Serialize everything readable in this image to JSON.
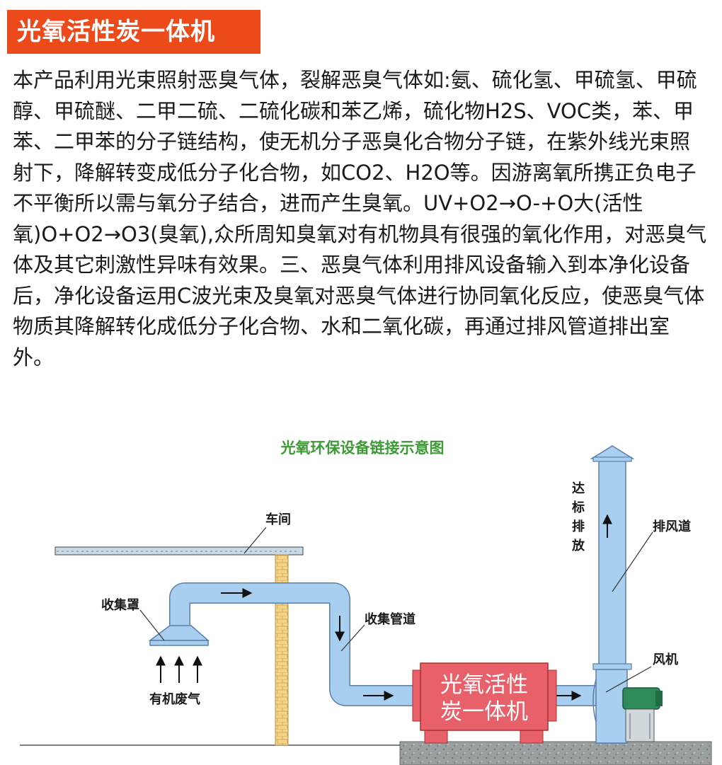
{
  "header": {
    "title": "光氧活性炭一体机"
  },
  "description": "本产品利用光束照射恶臭气体，裂解恶臭气体如:氨、硫化氢、甲硫氢、甲硫醇、甲硫醚、二甲二硫、二硫化碳和苯乙烯，硫化物H2S、VOC类，苯、甲苯、二甲苯的分子链结构，使无机分子恶臭化合物分子链，在紫外线光束照射下，降解转变成低分子化合物，如CO2、H2O等。因游离氧所携正负电子不平衡所以需与氧分子结合，进而产生臭氧。UV+O2→O-+O大(活性氧)O+O2→O3(臭氧),众所周知臭氧对有机物具有很强的氧化作用，对恶臭气体及其它刺激性异味有效果。三、恶臭气体利用排风设备输入到本净化设备后，净化设备运用C波光束及臭氧对恶臭气体进行协同氧化反应，使恶臭气体物质其降解转化成低分子化合物、水和二氧化碳，再通过排风管道排出室外。",
  "diagram": {
    "title": "光氧环保设备链接示意图",
    "labels": {
      "workshop": "车间",
      "hood": "收集罩",
      "duct": "收集管道",
      "waste_gas": "有机废气",
      "machine_line1": "光氧活性",
      "machine_line2": "炭一体机",
      "exhaust": "排风道",
      "fan": "风机",
      "emission": [
        "达",
        "标",
        "排",
        "放"
      ]
    },
    "colors": {
      "title": "#3d9b35",
      "pipe": "#a8cef0",
      "pipe_stroke": "#5b7fa8",
      "machine": "#e8606a",
      "title_bar": "#ec4a1a"
    }
  }
}
